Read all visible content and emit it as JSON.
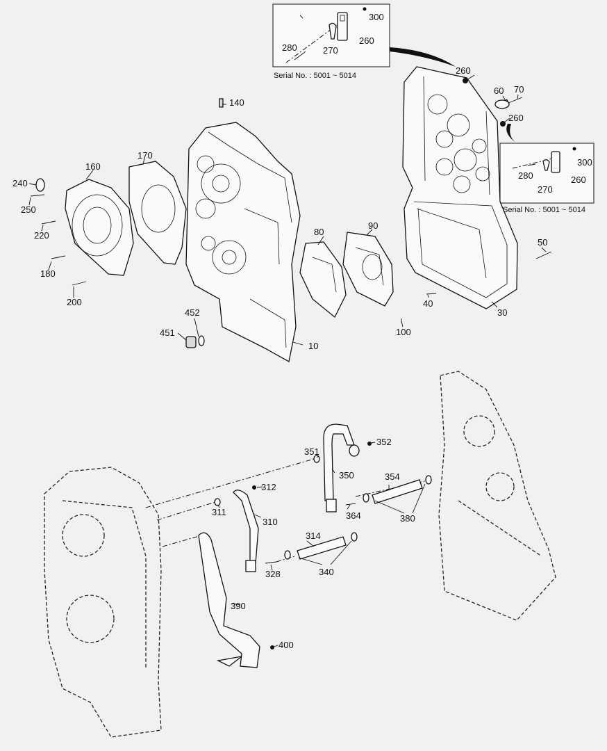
{
  "diagram": {
    "serial_note_text": "Serial No. : 5001 ~ 5014",
    "callouts": {
      "c10": "10",
      "c30": "30",
      "c40": "40",
      "c50": "50",
      "c60": "60",
      "c70": "70",
      "c80": "80",
      "c90": "90",
      "c100": "100",
      "c140": "140",
      "c160": "160",
      "c170": "170",
      "c180": "180",
      "c200": "200",
      "c220": "220",
      "c240": "240",
      "c250": "250",
      "c260a": "260",
      "c260b": "260",
      "c260c": "260",
      "c260d": "260",
      "c270a": "270",
      "c270b": "270",
      "c280a": "280",
      "c280b": "280",
      "c300a": "300",
      "c300b": "300",
      "c310": "310",
      "c311": "311",
      "c312": "312",
      "c314": "314",
      "c328": "328",
      "c340": "340",
      "c350": "350",
      "c351": "351",
      "c352": "352",
      "c354": "354",
      "c364": "364",
      "c380": "380",
      "c390": "390",
      "c400": "400",
      "c451": "451",
      "c452": "452"
    }
  }
}
